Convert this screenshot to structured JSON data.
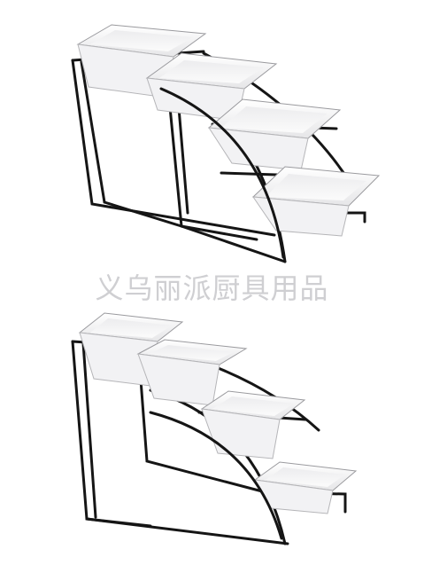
{
  "watermark": {
    "text": "义乌丽派厨具用品",
    "color": "#cfcfd2"
  },
  "photos": [
    {
      "subject": "four-tier-stepped-wire-display-rack-with-white-pans",
      "variant": "upper"
    },
    {
      "subject": "four-tier-stepped-wire-display-rack-with-white-pans",
      "variant": "lower"
    }
  ],
  "colors": {
    "frame": "#151515",
    "pan_fill": "#ffffff",
    "pan_shade": "#e4e4e6",
    "pan_edge": "#9a9a9e"
  }
}
